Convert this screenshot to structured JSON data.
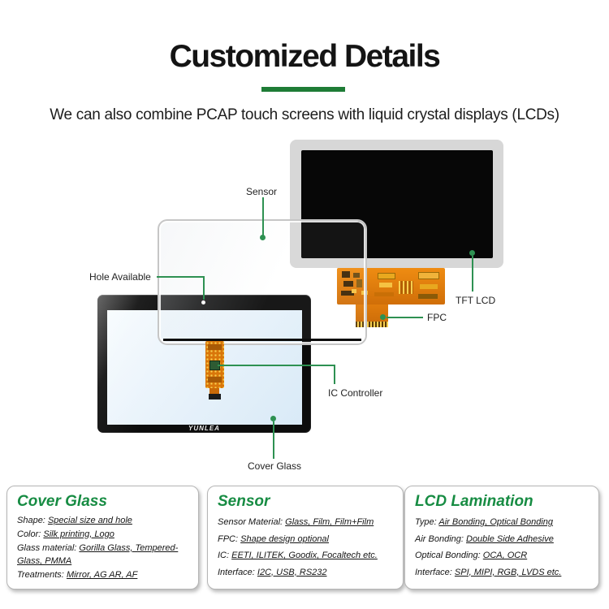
{
  "header": {
    "title": "Customized Details",
    "subtitle": "We can also combine PCAP touch screens with liquid crystal displays (LCDs)",
    "accent_color": "#1e7c36"
  },
  "diagram": {
    "labels": {
      "sensor": "Sensor",
      "hole": "Hole Available",
      "tft_lcd": "TFT LCD",
      "fpc": "FPC",
      "ic_controller": "IC Controller",
      "cover_glass": "Cover Glass"
    },
    "brand": "YUNLEA",
    "leader_color": "#2e9152"
  },
  "cards": [
    {
      "title": "Cover Glass",
      "title_color": "#178c43",
      "specs": [
        {
          "label": "Shape:",
          "value": "Special size and hole"
        },
        {
          "label": "Color:",
          "value": "Silk printing, Logo"
        },
        {
          "label": "Glass material:",
          "value": "Gorilla Glass, Tempered-Glass, PMMA"
        },
        {
          "label": "Treatments:",
          "value": "Mirror, AG AR, AF"
        }
      ]
    },
    {
      "title": "Sensor",
      "title_color": "#178c43",
      "specs": [
        {
          "label": "Sensor Material:",
          "value": "Glass, Film, Film+Film"
        },
        {
          "label": "FPC:",
          "value": "Shape design optional"
        },
        {
          "label": "IC:",
          "value": "EETI, ILITEK, Goodix, Focaltech etc."
        },
        {
          "label": "Interface:",
          "value": "I2C, USB, RS232"
        }
      ]
    },
    {
      "title": "LCD Lamination",
      "title_color": "#178c43",
      "specs": [
        {
          "label": "Type:",
          "value": "Air Bonding, Optical Bonding"
        },
        {
          "label": "Air Bonding:",
          "value": "Double Side Adhesive"
        },
        {
          "label": "Optical Bonding:",
          "value": "OCA, OCR"
        },
        {
          "label": "Interface:",
          "value": "SPI, MIPI, RGB, LVDS etc."
        }
      ]
    }
  ]
}
